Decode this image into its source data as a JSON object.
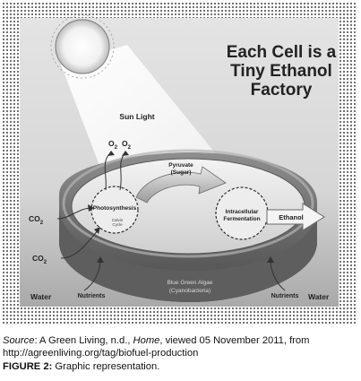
{
  "diagram": {
    "title_lines": [
      "Each Cell is a",
      "Tiny Ethanol",
      "Factory"
    ],
    "sun_label": "Sun Light",
    "oxygen": [
      "O",
      "2",
      "O",
      "2"
    ],
    "co2_top": [
      "CO",
      "2"
    ],
    "co2_bottom": [
      "CO",
      "2"
    ],
    "pyruvate_lines": [
      "Pyruvate",
      "(Sugar)"
    ],
    "photosynthesis_label": "Photosynthesis",
    "calvin_lines": [
      "Calvin",
      "Cycle"
    ],
    "fermentation_lines": [
      "Intracellular",
      "Fermentation"
    ],
    "ethanol_label": "Ethanol",
    "algae_lines": [
      "Blue Green Algae",
      "(Cyanobacteria)"
    ],
    "nutrients_left": "Nutrients",
    "nutrients_right": "Nutrients",
    "water_left": "Water",
    "water_right": "Water"
  },
  "source": {
    "label": "Source",
    "rest_1": ": A Green Living, n.d., ",
    "title": "Home",
    "rest_2": ", viewed 05 November 2011, from http://agreenliving.org/tag/biofuel-production"
  },
  "caption": {
    "label": "FIGURE 2:",
    "text": " Graphic representation."
  }
}
